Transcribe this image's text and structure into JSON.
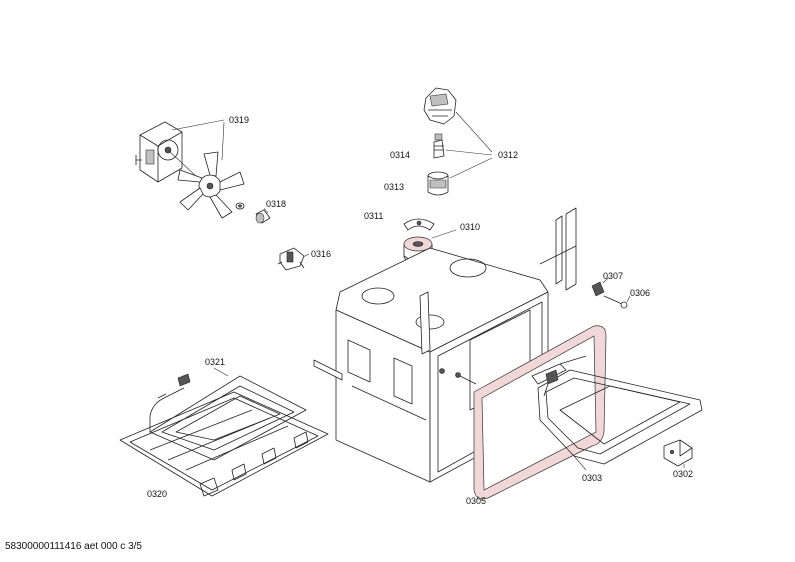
{
  "diagram": {
    "labels": {
      "p0302": "0302",
      "p0303": "0303",
      "p0305": "0305",
      "p0306": "0306",
      "p0307": "0307",
      "p0310": "0310",
      "p0311": "0311",
      "p0312": "0312",
      "p0313": "0313",
      "p0314": "0314",
      "p0316": "0316",
      "p0318": "0318",
      "p0319": "0319",
      "p0320": "0320",
      "p0321": "0321"
    }
  },
  "footer": {
    "text": "58300000111416 aet 000 c 3/5"
  }
}
